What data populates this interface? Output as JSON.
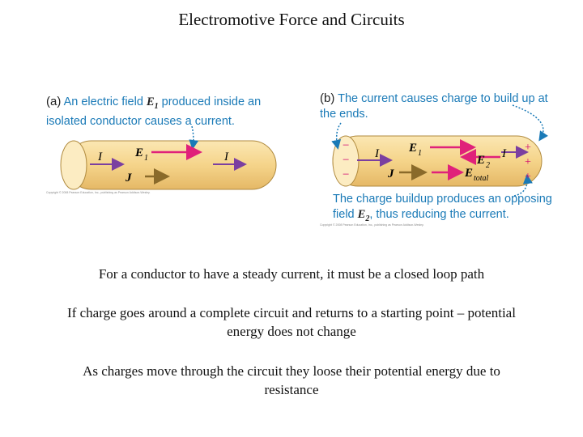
{
  "slide": {
    "title": "Electromotive Force and Circuits",
    "paragraphs": [
      "For a conductor to have a steady current, it must be a closed loop path",
      "If charge goes around a complete circuit and returns to a starting point  – potential energy does not change",
      "As charges move through the circuit they loose their potential energy due to resistance"
    ]
  },
  "figure_a": {
    "label": "(a)",
    "caption_pre": "An electric field",
    "caption_vec": "E",
    "caption_sub": "1",
    "caption_post": "produced inside an isolated conductor causes a current.",
    "current_symbol": "I",
    "field_symbol": "E",
    "field_sub": "1",
    "density_symbol": "J",
    "copyright": "Copyright © 2008 Pearson Education, Inc., publishing as Pearson Addison-Wesley."
  },
  "figure_b": {
    "label": "(b)",
    "caption_top": "The current causes charge to build up at the ends.",
    "caption_bottom_pre": "The charge buildup produces an opposing field",
    "caption_vec": "E",
    "caption_sub": "2",
    "caption_bottom_post": ", thus reducing the current.",
    "current_symbol": "I",
    "field1_symbol": "E",
    "field1_sub": "1",
    "field2_symbol": "E",
    "field2_sub": "2",
    "total_symbol": "E",
    "total_sub": "total",
    "density_symbol": "J",
    "minus": "−",
    "plus": "+",
    "copyright": "Copyright © 2008 Pearson Education, Inc., publishing as Pearson Addison-Wesley."
  },
  "colors": {
    "caption": "#1a7ab7",
    "field_arrow": "#e0217a",
    "current_arrow": "#7b3fa0",
    "density_arrow": "#8a6a2a",
    "conductor_fill": "#f5d48a",
    "charge_text": "#d0006f"
  }
}
